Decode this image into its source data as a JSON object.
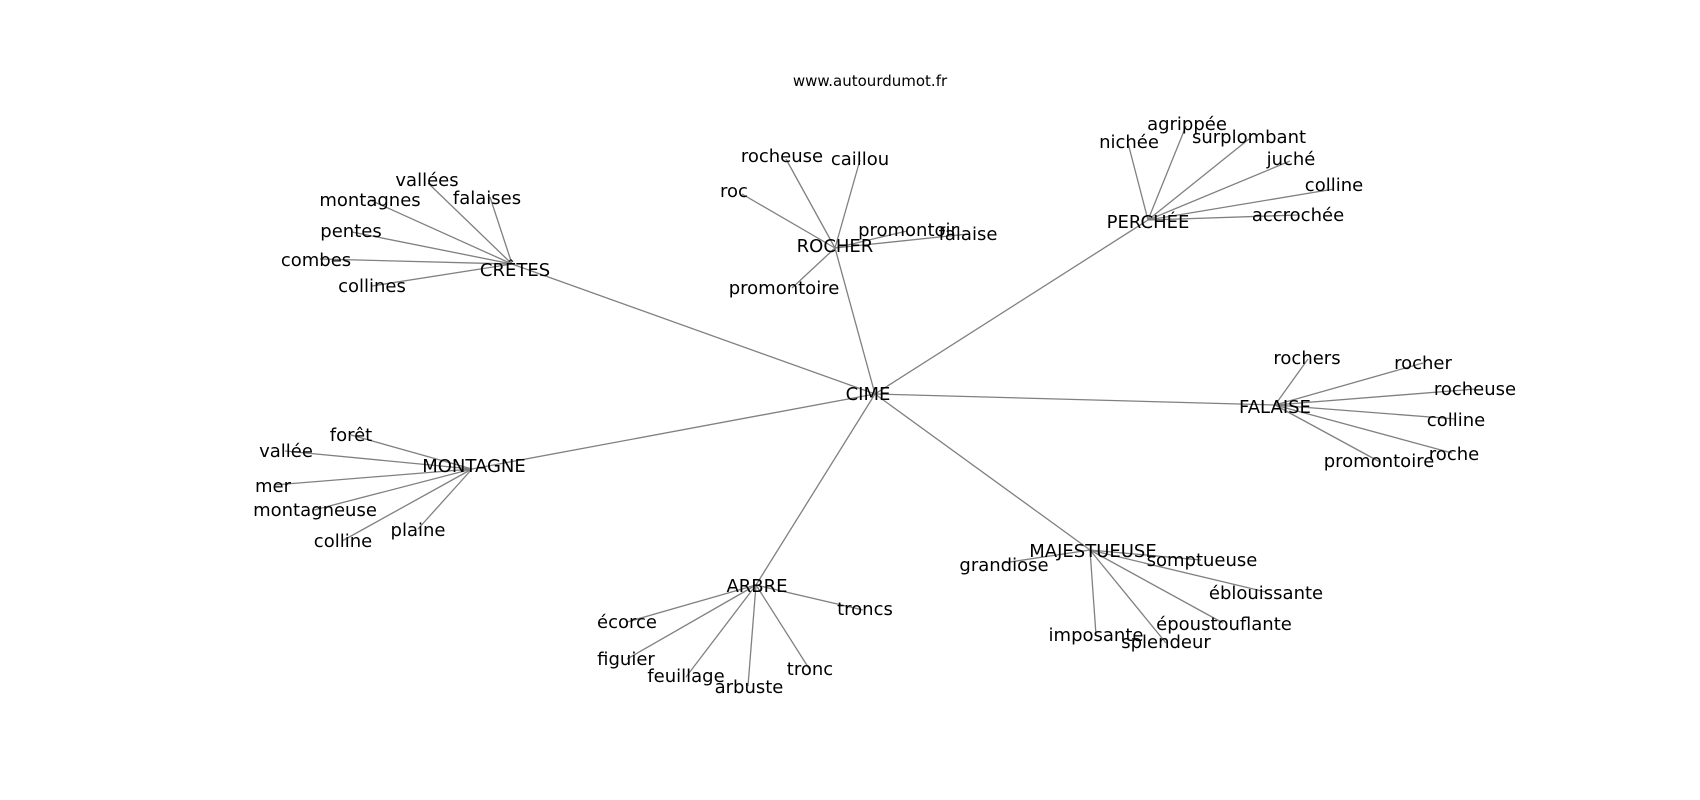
{
  "watermark": "www.autourdumot.fr",
  "graph": {
    "center": "CIME",
    "clusters": [
      {
        "hub": "CRÊTES",
        "words": [
          "vallées",
          "montagnes",
          "falaises",
          "pentes",
          "combes",
          "collines"
        ]
      },
      {
        "hub": "ROCHER",
        "words": [
          "rocheuse",
          "caillou",
          "roc",
          "promontoir",
          "falaise",
          "promontoire"
        ]
      },
      {
        "hub": "PERCHÉE",
        "words": [
          "agrippée",
          "nichée",
          "surplombant",
          "juché",
          "colline",
          "accrochée"
        ]
      },
      {
        "hub": "FALAISE",
        "words": [
          "rochers",
          "rocher",
          "rocheuse",
          "colline",
          "roche",
          "promontoire"
        ]
      },
      {
        "hub": "MONTAGNE",
        "words": [
          "forêt",
          "vallée",
          "mer",
          "montagneuse",
          "colline",
          "plaine"
        ]
      },
      {
        "hub": "MAJESTUEUSE",
        "words": [
          "grandiose",
          "somptueuse",
          "éblouissante",
          "époustouflante",
          "imposante",
          "splendeur"
        ]
      },
      {
        "hub": "ARBRE",
        "words": [
          "écorce",
          "troncs",
          "figuier",
          "tronc",
          "feuillage",
          "arbuste"
        ]
      }
    ]
  }
}
